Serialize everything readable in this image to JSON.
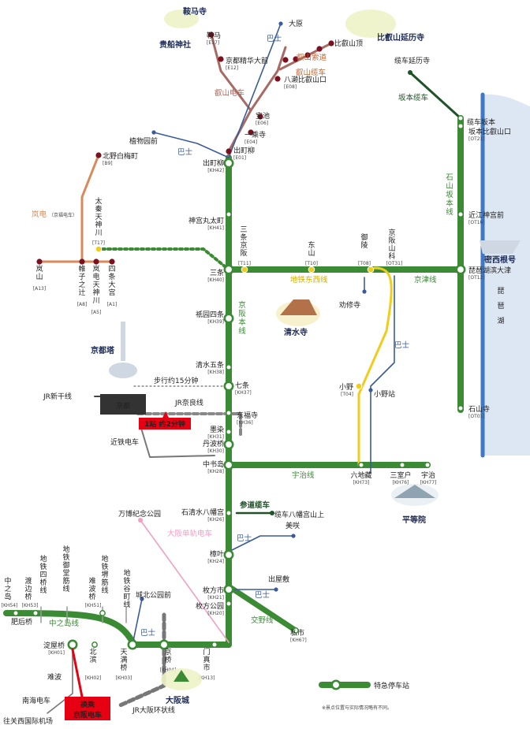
{
  "colors": {
    "keihan": "#3b8b35",
    "eizan": "#a86b63",
    "eizan_station": "#7a1020",
    "randen": "#d98a5c",
    "bus": "#3a5b9a",
    "cable": "#1f5226",
    "ujiLine": "#f0cd1c",
    "tozai": "#f0cd1c",
    "monorail": "#f1a0c4",
    "lake": "#dde7f3",
    "lakeEdge": "#3e78c6",
    "badge": "#e60012",
    "kyoto": "#333333"
  },
  "lines": {
    "keihan_main": "京阪本线",
    "keishin": "京津线",
    "ishiyama": "石山坂本线",
    "uji": "宇治线",
    "katano": "交野线",
    "nakanoshima": "中之岛线",
    "eizan": "叡山电车",
    "randen": "岚电",
    "randen_sub": "（京福电车）",
    "tozai": "地铁东西线",
    "sakamoto_cable": "坂本缆车",
    "hiei_cable": "叡山缆车",
    "hiei_ropeway": "叡山索道",
    "sando_cable": "参道缆车",
    "monorail": "大阪单轨电车",
    "kintetsu": "近铁电车",
    "jr_shinkansen": "JR新干线",
    "jr_nara": "JR奈良线",
    "jr_loop": "JR大阪环状线",
    "nankai": "南海电车",
    "bus": "巴士",
    "subway_yotsubashi": "地铁四桥线",
    "subway_midosuji": "地铁御堂筋线",
    "subway_sakaisuji": "地铁堺筋线",
    "subway_tanimachi": "地铁谷町线"
  },
  "stations": {
    "demachiyanagi": {
      "name": "出町柳",
      "code": "[KH42]"
    },
    "jingu": {
      "name": "神宫丸太町",
      "code": "[KH41]"
    },
    "sanjo": {
      "name": "三条",
      "code": "[KH40]"
    },
    "gion": {
      "name": "祇园四条",
      "code": "[KH39]"
    },
    "kiyomizu": {
      "name": "清水五条",
      "code": "[KH38]"
    },
    "shichijo": {
      "name": "七条",
      "code": "[KH37]"
    },
    "tofukuji": {
      "name": "东福寺",
      "code": "[KH36]"
    },
    "sumizome": {
      "name": "墨染",
      "code": "[KH31]"
    },
    "tambabashi": {
      "name": "丹波桥",
      "code": "[KH30]"
    },
    "chushojima": {
      "name": "中书岛",
      "code": "[KH28]"
    },
    "iwashimizu": {
      "name": "石清水八幡宫",
      "code": "[KH26]"
    },
    "kuzuha": {
      "name": "樟叶",
      "code": "[KH24]"
    },
    "hirakatashi": {
      "name": "枚方市",
      "code": "[KH21]"
    },
    "hirakatakoen": {
      "name": "枚方公园",
      "code": "[KH20]"
    },
    "kisaichi": {
      "name": "私市",
      "code": "[KH67]"
    },
    "momoyama": {
      "name": "六地藏",
      "code": "[KH73]"
    },
    "mimurodo": {
      "name": "三室户",
      "code": "[KH76]"
    },
    "uji": {
      "name": "宇治",
      "code": "[KH77]"
    },
    "byodoin": "平等院",
    "kamogawa": "往关西国际机场",
    "keihan_bashi": {
      "name": "京桥",
      "code": "[KH04]"
    },
    "temmabashi": {
      "name": "天满桥",
      "code": "[KH03]"
    },
    "kitahama": {
      "name": "北滨",
      "code": "[KH02]"
    },
    "yodoyabashi": {
      "name": "淀屋桥",
      "code": "[KH01]"
    },
    "nakanoshima_st": {
      "name": "中之岛",
      "code": "[KH54]"
    },
    "watanabebashi": {
      "name": "渡边桥",
      "code": "[KH53]"
    },
    "naniwabashi": {
      "name": "难波桥",
      "code": "[KH51]"
    },
    "higobashi": "肥后桥",
    "namba": "难波",
    "osakajo_koen": "城北公园前",
    "kadomashi": {
      "name": "门真市",
      "code": "[KH13]"
    },
    "tsutomu_ichi": "出屋敷",
    "mino": "美咲",
    "bampaku": "万博纪念公园",
    "kurama": {
      "name": "鞍马",
      "code": "[E17]"
    },
    "kokusai": {
      "name": "京都精华大前",
      "code": "[E12]"
    },
    "yase": {
      "name": "八濑比叡山口",
      "code": "[E08]"
    },
    "takaragaike": {
      "name": "宝池",
      "code": "[E06]"
    },
    "ichijoji": {
      "name": "一乘寺",
      "code": "[E04]"
    },
    "demachiyanagi_e": {
      "name": "出町柳",
      "code": "[E01]"
    },
    "ohara": "大原",
    "hieizancho": "比叡山顶",
    "cable_enryakuji": "缆车延历寺",
    "cable_sakamoto": {
      "name": "缆车坂本",
      "code": ""
    },
    "sakamoto_hiei": {
      "name": "坂本比叡山口",
      "code": "[OT21]"
    },
    "omi_jingu": {
      "name": "近江神宫前",
      "code": "[OT16]"
    },
    "biwako_hamaotsu": {
      "name": "琵琶湖滨大津",
      "code": "[OT12]"
    },
    "ishiyamadera": {
      "name": "石山寺",
      "code": "[OT01]"
    },
    "keihan_yamashina": {
      "name": "京阪山科",
      "code": "[OT31]"
    },
    "misasagi": {
      "name": "御陵",
      "code": "[T08]"
    },
    "higashiyama": {
      "name": "东山",
      "code": "[T10]"
    },
    "sanjokeihan": {
      "name": "三条京阪",
      "code": "[T11]"
    },
    "kajuji": "劝修寺",
    "ono_t": {
      "name": "小野",
      "code": "[T04]"
    },
    "ono_bus": "小野站",
    "kitano_hakubaicho": {
      "name": "北野白梅町",
      "code": "[B9]"
    },
    "uzumasa": {
      "name": "太秦天神川",
      "code": "[T17]"
    },
    "arashiyama": {
      "name": "岚山",
      "code": "[A13]"
    },
    "katabiranotsuji": {
      "name": "帷子之辻",
      "code": "[A8]"
    },
    "arashiden_tenjin": {
      "name": "岚电天神川",
      "code": "[A5]"
    },
    "shijo_omiya": {
      "name": "四条大宫",
      "code": "[A1]"
    },
    "shokubutsuen": "植物园前",
    "cable_hachimangu": "缆车八幡宫山上"
  },
  "landmarks": {
    "kuramadera": "鞍马寺",
    "kifune": "贵船神社",
    "enryakuji": "比叡山延历寺",
    "kiyomizudera": "清水寺",
    "kyoto_tower": "京都塔",
    "osakajo": "大阪城",
    "michigan": "密西根号",
    "biwako": "琵琶湖"
  },
  "kyoto_station": {
    "name": "京都",
    "walk": "步行约15分钟",
    "badge": "1站 约2分钟"
  },
  "transfer_badge": {
    "line1": "换乘",
    "line2": "京阪电车"
  },
  "legend": {
    "express": "特急停车站",
    "note": "※景点位置与实际情况略有不同。"
  }
}
